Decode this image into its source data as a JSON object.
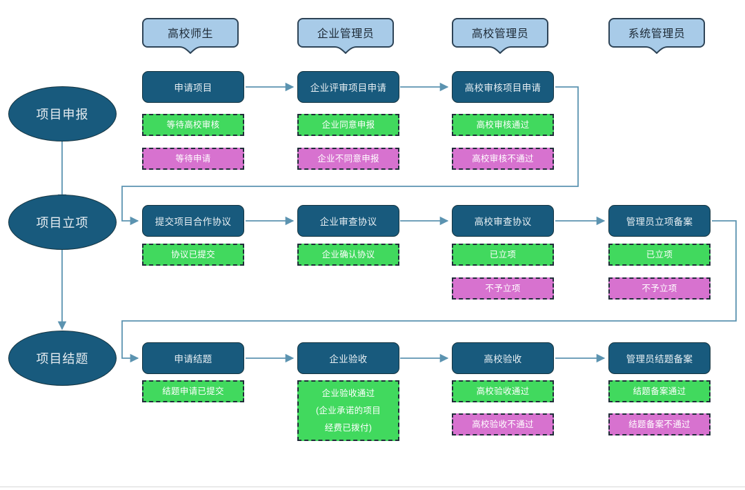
{
  "theme": {
    "process_fill": "#185a7d",
    "process_border": "#14333f",
    "stage_fill": "#185a7d",
    "bubble_fill": "#a8cbe8",
    "bubble_border": "#2d4356",
    "status_ok_fill": "#41d95e",
    "status_bad_fill": "#d772cf",
    "status_border": "#1f2c38",
    "connector": "#5b93b0",
    "text_light": "#e9f0f4",
    "text_dark": "#1d2a36"
  },
  "roles": [
    {
      "label": "高校师生",
      "icon": "speech-bubble-icon"
    },
    {
      "label": "企业管理员",
      "icon": "speech-bubble-icon"
    },
    {
      "label": "高校管理员",
      "icon": "speech-bubble-icon"
    },
    {
      "label": "系统管理员",
      "icon": "speech-bubble-icon"
    }
  ],
  "stages": [
    {
      "label": "项目申报"
    },
    {
      "label": "项目立项"
    },
    {
      "label": "项目结题"
    }
  ],
  "rows": [
    {
      "stage": "项目申报",
      "steps": [
        {
          "title": "申请项目",
          "statuses": [
            {
              "text": "等待高校审核",
              "kind": "ok"
            },
            {
              "text": "等待申请",
              "kind": "bad"
            }
          ]
        },
        {
          "title": "企业评审项目申请",
          "statuses": [
            {
              "text": "企业同意申报",
              "kind": "ok"
            },
            {
              "text": "企业不同意申报",
              "kind": "bad"
            }
          ]
        },
        {
          "title": "高校审核项目申请",
          "statuses": [
            {
              "text": "高校审核通过",
              "kind": "ok"
            },
            {
              "text": "高校审核不通过",
              "kind": "bad"
            }
          ]
        }
      ]
    },
    {
      "stage": "项目立项",
      "steps": [
        {
          "title": "提交项目合作协议",
          "statuses": [
            {
              "text": "协议已提交",
              "kind": "ok"
            }
          ]
        },
        {
          "title": "企业审查协议",
          "statuses": [
            {
              "text": "企业确认协议",
              "kind": "ok"
            }
          ]
        },
        {
          "title": "高校审查协议",
          "statuses": [
            {
              "text": "已立项",
              "kind": "ok"
            },
            {
              "text": "不予立项",
              "kind": "bad"
            }
          ]
        },
        {
          "title": "管理员立项备案",
          "statuses": [
            {
              "text": "已立项",
              "kind": "ok"
            },
            {
              "text": "不予立项",
              "kind": "bad"
            }
          ]
        }
      ]
    },
    {
      "stage": "项目结题",
      "steps": [
        {
          "title": "申请结题",
          "statuses": [
            {
              "text": "结题申请已提交",
              "kind": "ok"
            }
          ]
        },
        {
          "title": "企业验收",
          "statuses": [
            {
              "text": "企业验收通过\n(企业承诺的项目\n经费已拨付)",
              "kind": "ok"
            }
          ]
        },
        {
          "title": "高校验收",
          "statuses": [
            {
              "text": "高校验收通过",
              "kind": "ok"
            },
            {
              "text": "高校验收不通过",
              "kind": "bad"
            }
          ]
        },
        {
          "title": "管理员结题备案",
          "statuses": [
            {
              "text": "结题备案通过",
              "kind": "ok"
            },
            {
              "text": "结题备案不通过",
              "kind": "bad"
            }
          ]
        }
      ]
    }
  ],
  "flow": {
    "row1": [
      "申请项目",
      "企业评审项目申请",
      "高校审核项目申请"
    ],
    "row2": [
      "提交项目合作协议",
      "企业审查协议",
      "高校审查协议",
      "管理员立项备案"
    ],
    "row3": [
      "申请结题",
      "企业验收",
      "高校验收",
      "管理员结题备案"
    ],
    "stage_chain": [
      "项目申报",
      "项目立项",
      "项目结题"
    ],
    "wrap_links": [
      {
        "from": "高校审核项目申请",
        "to": "提交项目合作协议"
      },
      {
        "from": "管理员立项备案",
        "to": "申请结题"
      }
    ]
  }
}
